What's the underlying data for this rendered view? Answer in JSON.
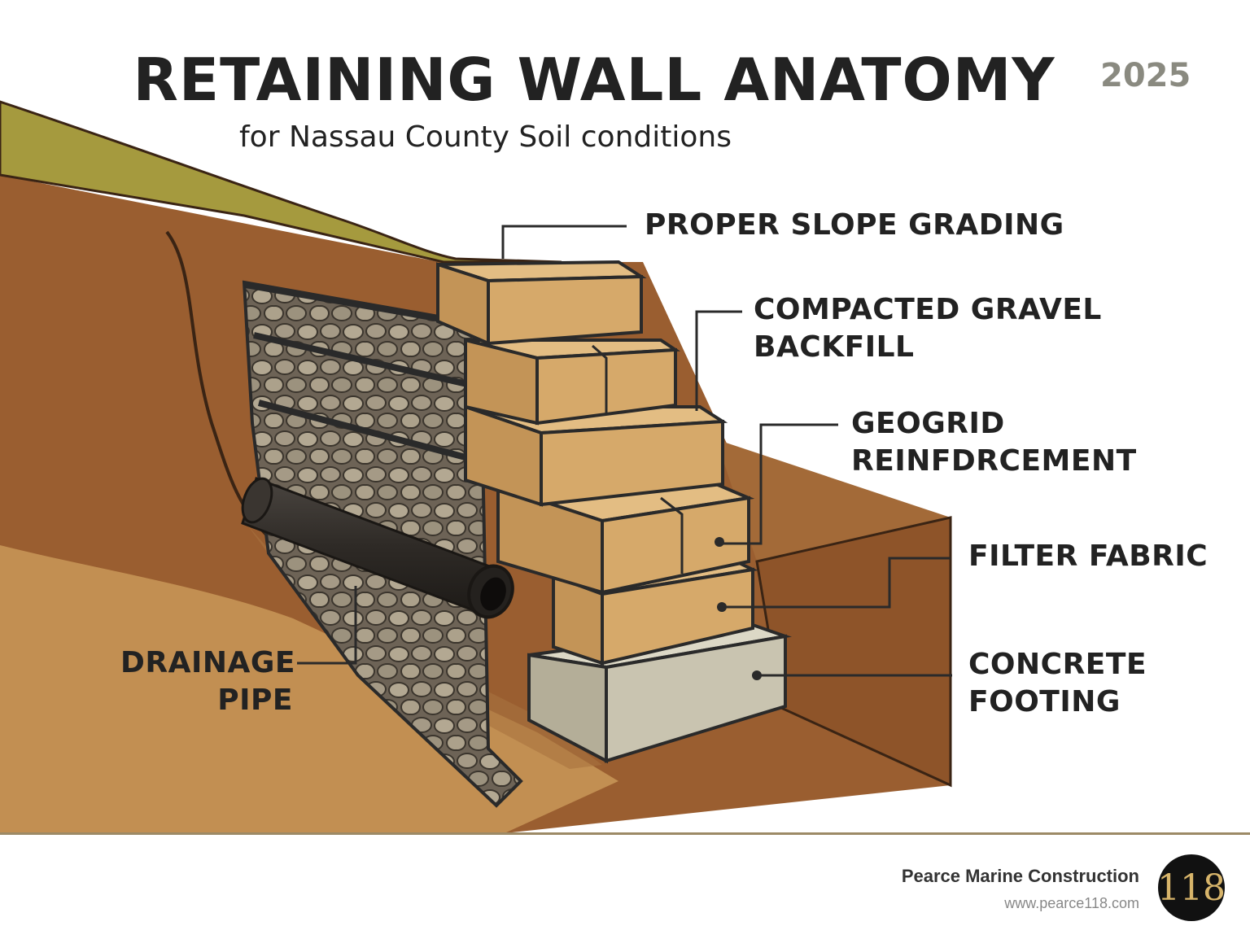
{
  "header": {
    "title": "RETAINING WALL ANATOMY",
    "year": "2025",
    "subtitle": "for Nassau County Soil conditions"
  },
  "labels": {
    "slope": "PROPER SLOPE GRADING",
    "gravel_1": "COMPACTED GRAVEL",
    "gravel_2": "BACKFILL",
    "geogrid_1": "GEOGRID",
    "geogrid_2": "REINFDRCEMENT",
    "fabric": "FILTER FABRIC",
    "footing_1": "CONCRETE",
    "footing_2": "FOOTING",
    "pipe_1": "DRAINAGE",
    "pipe_2": "PIPE"
  },
  "footer": {
    "company": "Pearce Marine Construction",
    "url": "www.pearce118.com",
    "logo_text": "118"
  },
  "colors": {
    "grass": "#a59a3e",
    "soil": "#9a5e30",
    "soil_light": "#c28f52",
    "block": "#d6a96a",
    "footing": "#c9c4b0",
    "pipe": "#2e2a26",
    "line": "#2a2a2a"
  }
}
